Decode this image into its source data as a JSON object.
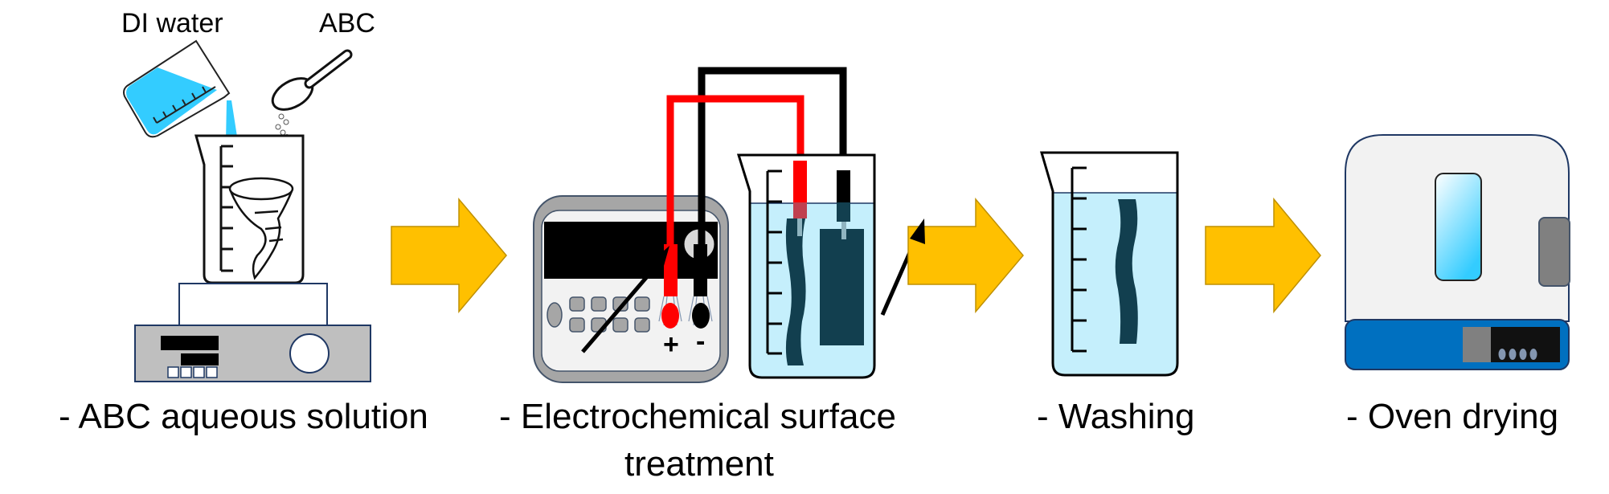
{
  "figure": {
    "type": "process-flow",
    "steps": [
      {
        "id": "abc-solution",
        "label": "- ABC aqueous solution",
        "annotations": [
          "DI water",
          "ABC"
        ]
      },
      {
        "id": "electrochemical",
        "label_line1": "- Electrochemical surface",
        "label_line2": "treatment",
        "polarity": {
          "positive": "+",
          "negative": "-"
        }
      },
      {
        "id": "washing",
        "label": "- Washing"
      },
      {
        "id": "oven",
        "label": "- Oven drying"
      }
    ],
    "arrows": [
      "step-arrow",
      "step-arrow",
      "step-arrow"
    ]
  },
  "colors": {
    "arrow_fill": "#FFC000",
    "arrow_stroke": "#BF9000",
    "water": "#33CCFF",
    "bath": "#C5EFFC",
    "electrode": "#123F4F",
    "red_wire": "#FF0000",
    "oven_base": "#0070C0"
  }
}
